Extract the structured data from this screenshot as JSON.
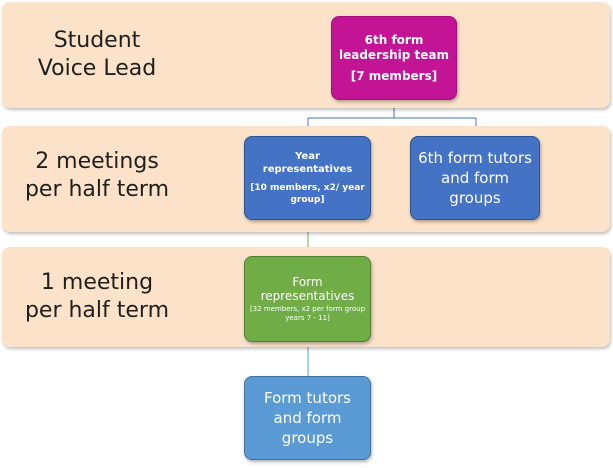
{
  "bands": [
    {
      "label_lines": [
        "Student",
        "Voice Lead"
      ]
    },
    {
      "label_lines": [
        "2 meetings",
        "per half term"
      ]
    },
    {
      "label_lines": [
        "1 meeting",
        "per half term"
      ]
    }
  ],
  "nodes": {
    "leadership": {
      "title": "6th form leadership team",
      "note": "[7 members]"
    },
    "year_reps": {
      "title": "Year representatives",
      "note": "[10 members, x2/ year group]"
    },
    "sixth_tutors": {
      "title": "6th form tutors and form groups"
    },
    "form_reps": {
      "title": "Form representatives",
      "note": "[32 members, x2 per form group years 7 - 11]"
    },
    "form_tutors": {
      "title": "Form tutors and form groups"
    }
  },
  "colors": {
    "band": "#fbe2c9",
    "leadership": "#c21495",
    "year_reps": "#4472c4",
    "sixth_tutors": "#4472c4",
    "form_reps": "#70ad47",
    "form_tutors": "#5b9bd5",
    "connector_blue": "#4472c4",
    "connector_green": "#70ad47"
  }
}
